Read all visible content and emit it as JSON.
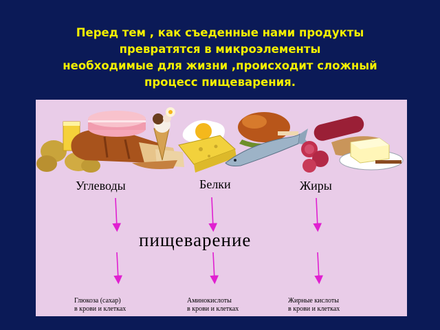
{
  "slide": {
    "title_lines": [
      "Перед тем , как  съеденные нами продукты",
      "превратятся в микроэлементы",
      "необходимые для жизни ,происходит  сложный",
      "процесс пищеварения."
    ]
  },
  "diagram": {
    "categories": [
      "Углеводы",
      "Белки",
      "Жиры"
    ],
    "process": "пищеварение",
    "results": [
      {
        "line1": "Глюкоза (сахар)",
        "line2": "в крови и клетках"
      },
      {
        "line1": "Аминокислоты",
        "line2": "в крови и клетках"
      },
      {
        "line1": "Жирные кислоты",
        "line2": "в крови и клетках"
      }
    ],
    "colors": {
      "background": "#0b1a57",
      "title": "#f4f000",
      "panel": "#e9cce8",
      "arrow": "#e020d0"
    }
  }
}
